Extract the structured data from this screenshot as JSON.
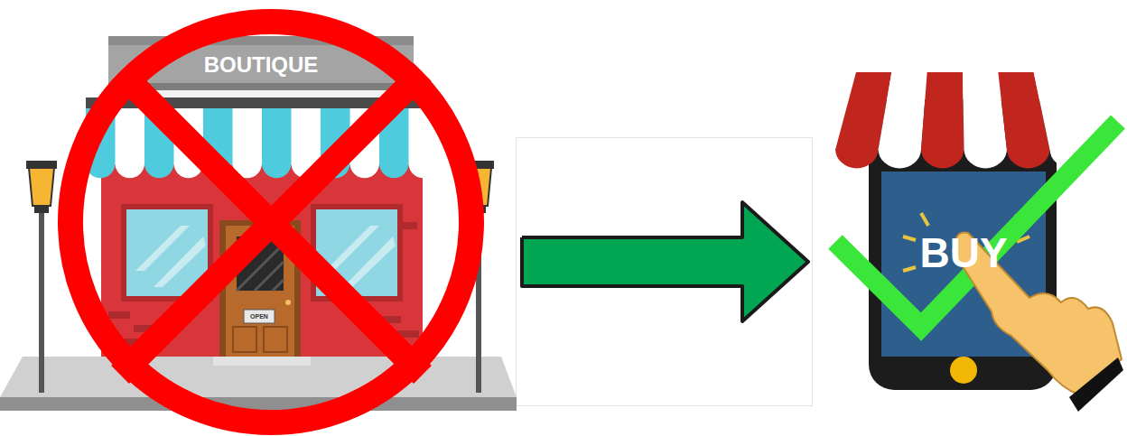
{
  "diagram": {
    "nodes": [
      {
        "text": [
          "BOUTIQUE"
        ]
      },
      {
        "text": [
          "BUY"
        ]
      }
    ],
    "edges": [
      {
        "from": 0,
        "to": 1,
        "arrow": "to"
      }
    ],
    "labels": [
      "OPEN"
    ]
  }
}
